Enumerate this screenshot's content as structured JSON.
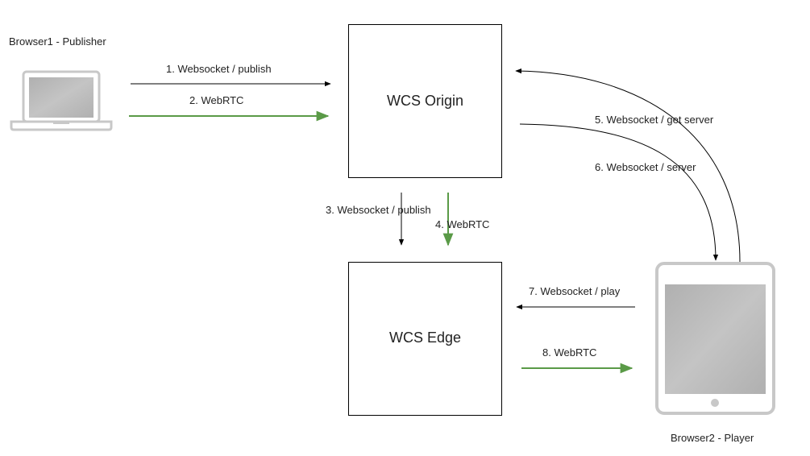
{
  "nodes": {
    "browser1": "Browser1 - Publisher",
    "origin": "WCS Origin",
    "edge": "WCS Edge",
    "browser2": "Browser2 - Player"
  },
  "edges": [
    {
      "id": "e1",
      "label": "1. Websocket / publish",
      "from": "Browser1 - Publisher",
      "to": "WCS Origin"
    },
    {
      "id": "e2",
      "label": "2. WebRTC",
      "from": "Browser1 - Publisher",
      "to": "WCS Origin"
    },
    {
      "id": "e3",
      "label": "3. Websocket / publish",
      "from": "WCS Origin",
      "to": "WCS Edge"
    },
    {
      "id": "e4",
      "label": "4. WebRTC",
      "from": "WCS Origin",
      "to": "WCS Edge"
    },
    {
      "id": "e5",
      "label": "5. Websocket / get server",
      "from": "Browser2 - Player",
      "to": "WCS Origin"
    },
    {
      "id": "e6",
      "label": "6. Websocket / server",
      "from": "WCS Origin",
      "to": "Browser2 - Player"
    },
    {
      "id": "e7",
      "label": "7. Websocket / play",
      "from": "Browser2 - Player",
      "to": "WCS Edge"
    },
    {
      "id": "e8",
      "label": "8. WebRTC",
      "from": "WCS Edge",
      "to": "Browser2 - Player"
    }
  ],
  "colors": {
    "websocket_arrow": "#000000",
    "webrtc_arrow": "#5a9a47",
    "device": "#c8c8c8",
    "screen": "#b4b4b4",
    "box_border": "#000000"
  }
}
